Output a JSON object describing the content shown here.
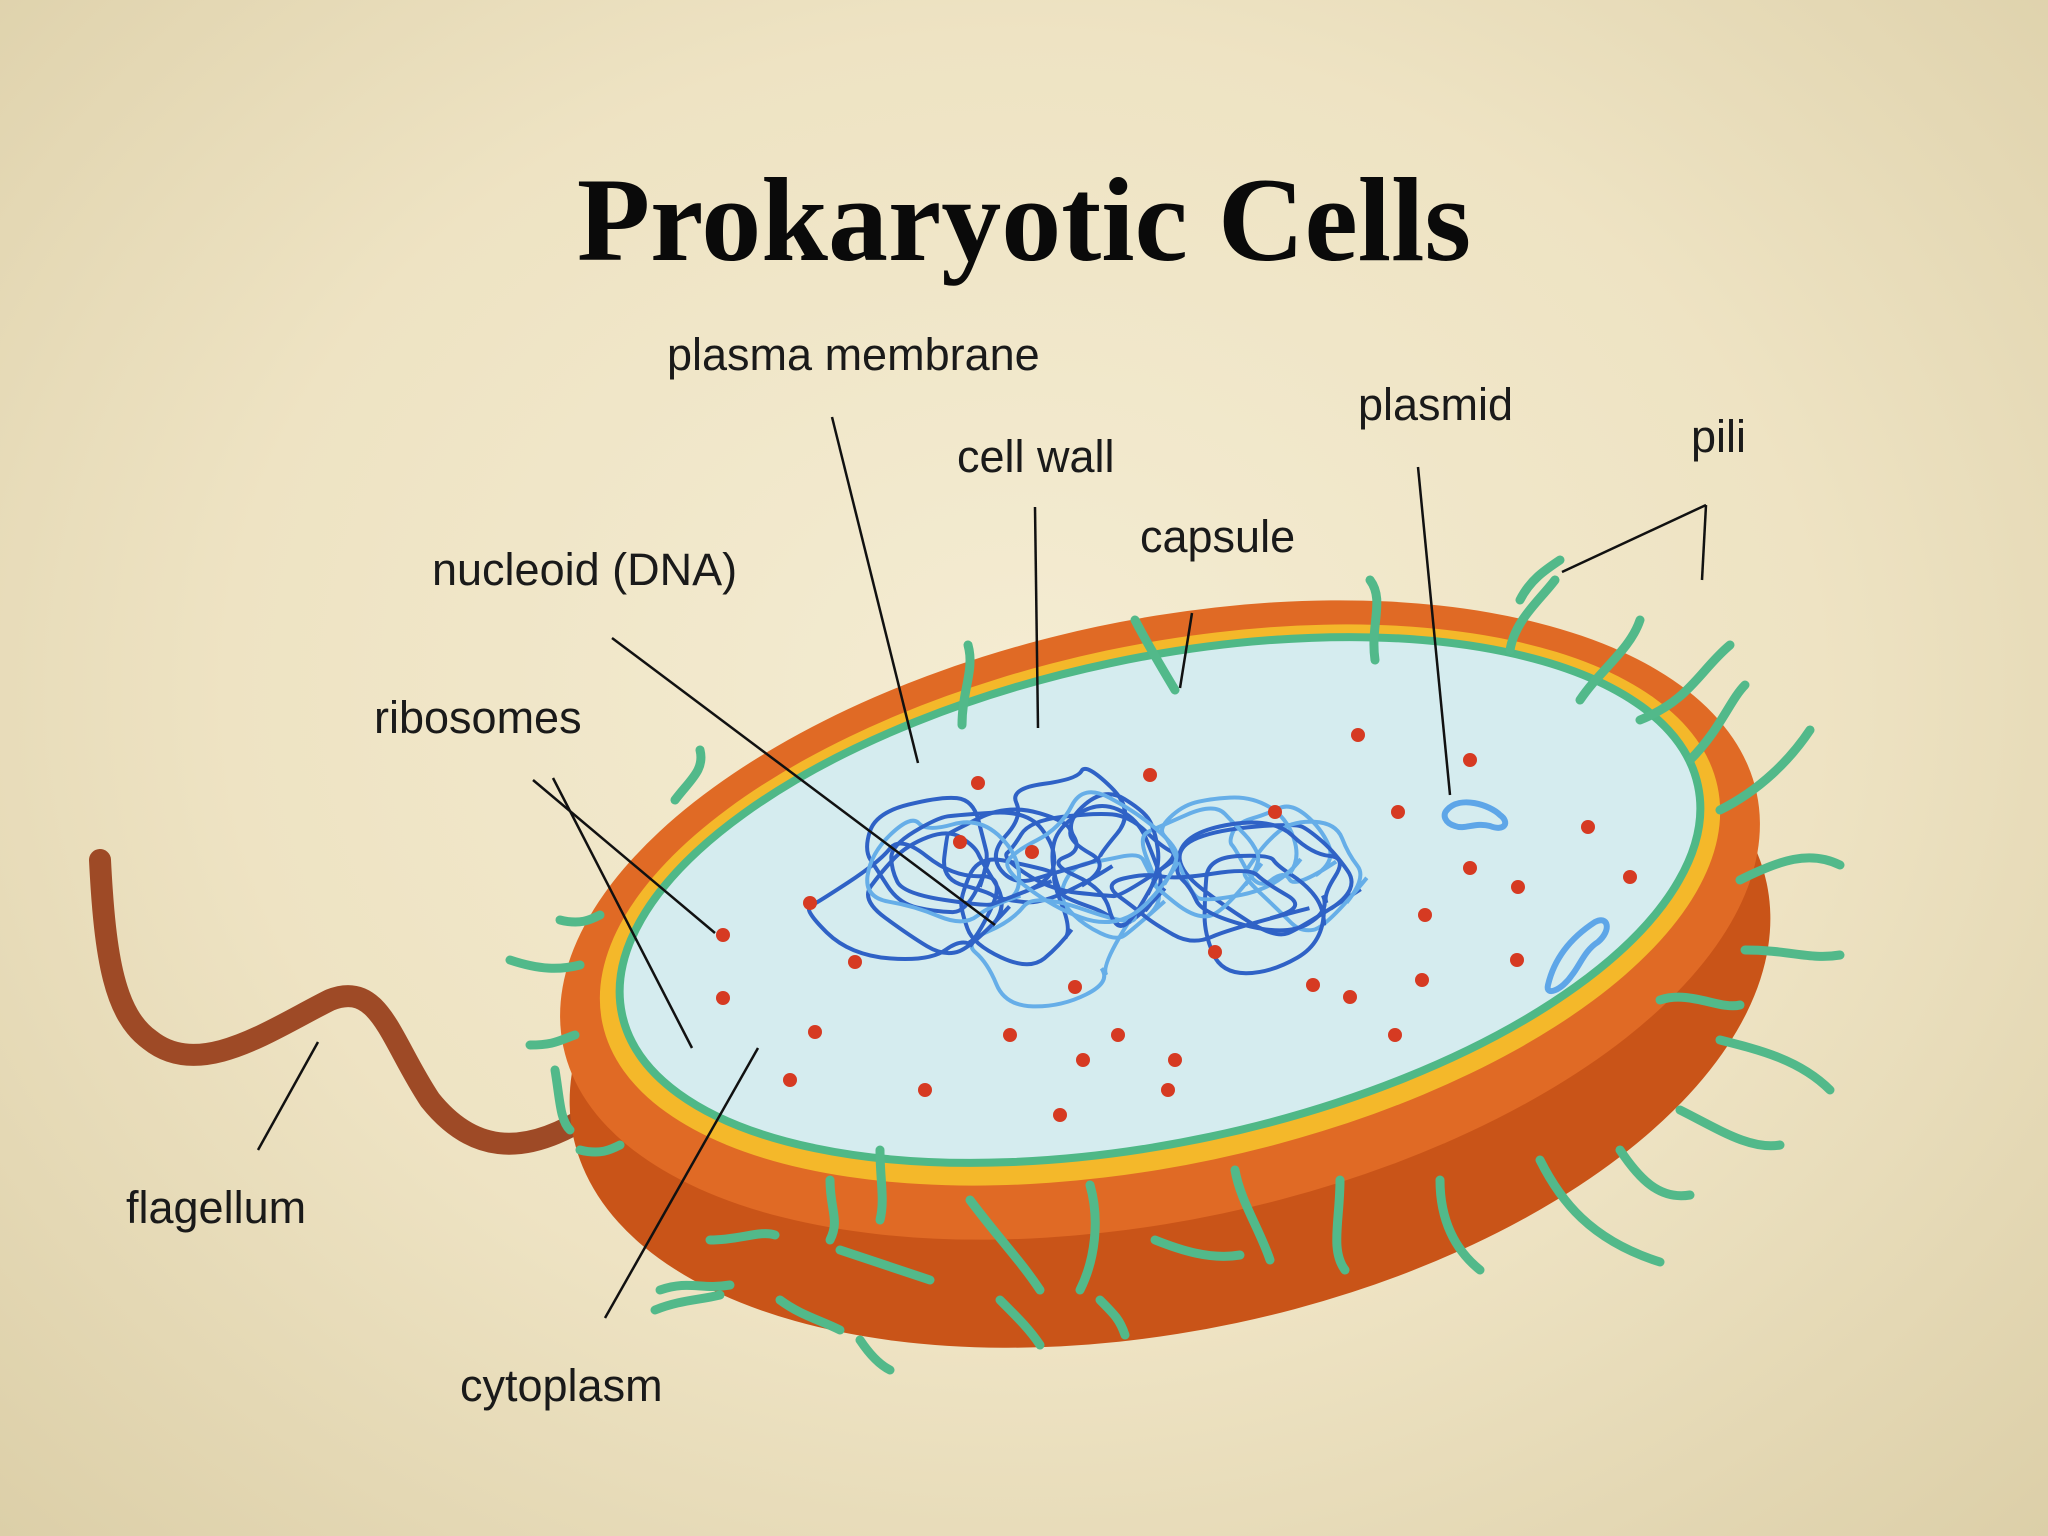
{
  "title": "Prokaryotic Cells",
  "labels": {
    "plasma_membrane": "plasma membrane",
    "cell_wall": "cell wall",
    "plasmid": "plasmid",
    "pili": "pili",
    "capsule": "capsule",
    "nucleoid": "nucleoid (DNA)",
    "ribosomes": "ribosomes",
    "flagellum": "flagellum",
    "cytoplasm": "cytoplasm"
  },
  "colors": {
    "capsule": "#e06a25",
    "capsule_dark": "#c95418",
    "cell_wall": "#f4b82a",
    "plasma_membrane": "#4fb887",
    "cytoplasm": "#d5ecef",
    "pili": "#52b98a",
    "ribosome": "#d63a22",
    "dna_dark": "#2f62c6",
    "dna_light": "#66aee8",
    "flagellum": "#9e4a26",
    "leader": "#111111"
  }
}
